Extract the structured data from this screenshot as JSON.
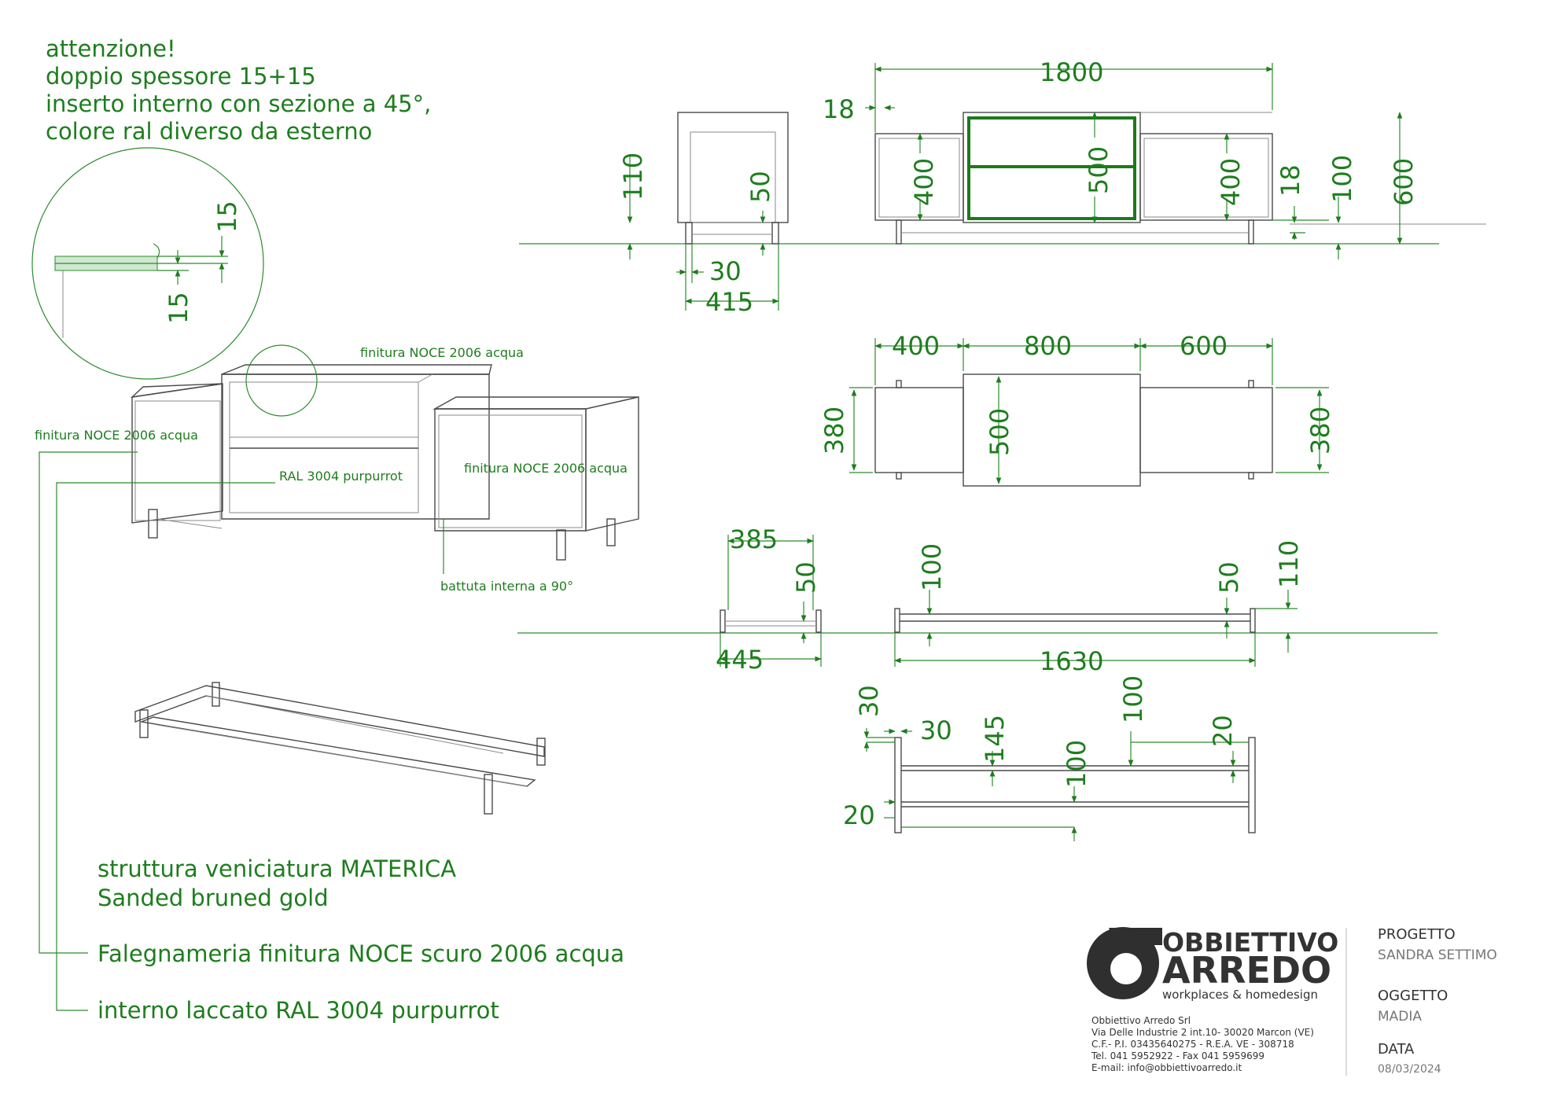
{
  "header_note": {
    "line1": "attenzione!",
    "line2": "doppio spessore 15+15",
    "line3": "inserto interno con sezione a 45°,",
    "line4": "colore ral diverso da esterno"
  },
  "detail": {
    "dim_top": "15",
    "dim_bottom": "15"
  },
  "perspective_labels": {
    "top": "finitura NOCE 2006 acqua",
    "left": "finitura NOCE 2006 acqua",
    "center": "RAL 3004 purpurrot",
    "right": "finitura NOCE 2006 acqua",
    "bottom": "battuta interna a 90°"
  },
  "side_view": {
    "h110": "110",
    "h50": "50",
    "w30": "30",
    "w415": "415"
  },
  "front_view": {
    "w1800": "1800",
    "t18": "18",
    "h400_left": "400",
    "h500": "500",
    "h400_right": "400",
    "h18": "18",
    "h100": "100",
    "h600": "600"
  },
  "plan_view": {
    "w400": "400",
    "w800": "800",
    "w600": "600",
    "d380_left": "380",
    "d500": "500",
    "d380_right": "380"
  },
  "base_views": {
    "w385": "385",
    "h50_side": "50",
    "w445": "445",
    "h100": "100",
    "h50_front": "50",
    "h110": "110",
    "w1630": "1630"
  },
  "base_plan": {
    "d30a": "30",
    "d30b": "30",
    "d145": "145",
    "d100a": "100",
    "d100b": "100",
    "d20a": "20",
    "d20b": "20"
  },
  "legend": {
    "line1": "struttura veniciatura MATERICA",
    "line2": "Sanded bruned gold",
    "line3": "Falegnameria finitura NOCE scuro 2006 acqua",
    "line4": "interno laccato RAL 3004 purpurrot"
  },
  "title_block": {
    "brand_line1": "OBBIETTIVO",
    "brand_line2": "ARREDO",
    "tagline": "workplaces & homedesign",
    "company": "Obbiettivo Arredo Srl",
    "address": "Via Delle Industrie 2 int.10- 30020 Marcon (VE)",
    "tax": "C.F.- P.I. 03435640275  - R.E.A. VE - 308718",
    "phone": "Tel. 041 5952922 - Fax 041 5959699",
    "email": "E-mail: info@obbiettivoarredo.it",
    "progetto_label": "PROGETTO",
    "progetto_value": "SANDRA SETTIMO",
    "oggetto_label": "OGGETTO",
    "oggetto_value": "MADIA",
    "data_label": "DATA",
    "data_value": "08/03/2024"
  },
  "colors": {
    "dimension_green": "#1e7d1e",
    "line_gray": "#4a4a4a",
    "insert_green": "#1a7a1a"
  }
}
